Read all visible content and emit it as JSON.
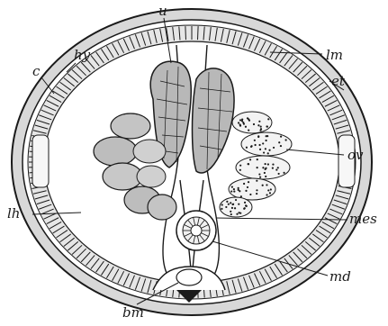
{
  "figure": {
    "labels": {
      "u": "u",
      "hy": "hy",
      "lm": "lm",
      "c": "c",
      "et": "et",
      "ov": "ov",
      "lh": "lh",
      "mes": "mes",
      "md": "md",
      "bm": "bm"
    }
  },
  "colors": {
    "ink": "#1a1a1a",
    "paper": "#ffffff",
    "ring_fill": "#cfcfcf",
    "organ_fill": "#b8b8b8",
    "ovary_fill": "#f3f3f3"
  }
}
